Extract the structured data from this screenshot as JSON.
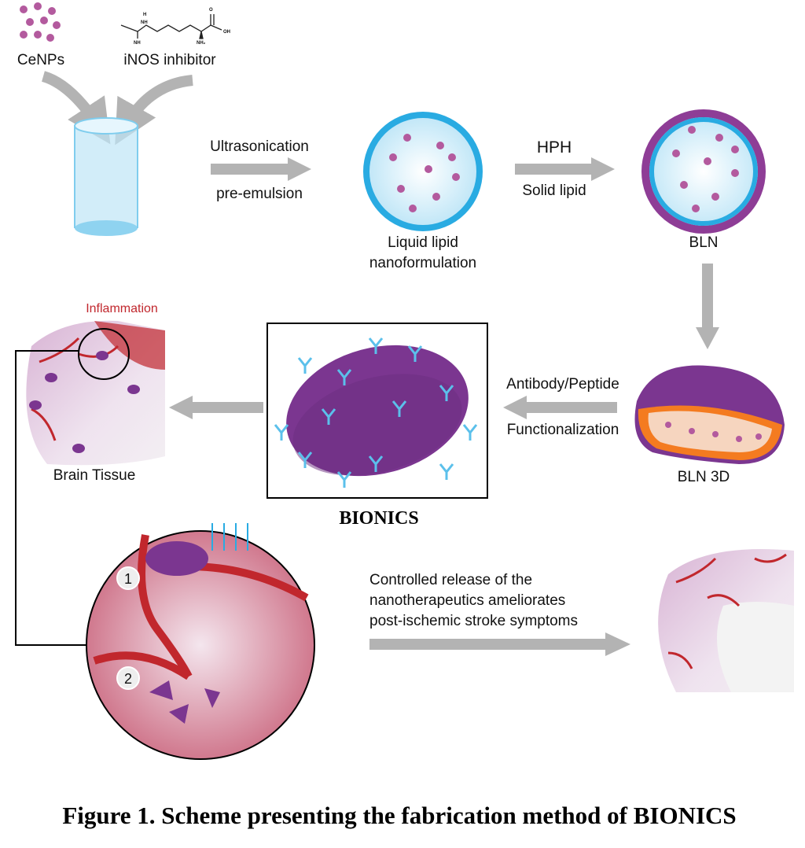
{
  "ingredients": {
    "cenps_label": "CeNPs",
    "inos_label": "iNOS inhibitor",
    "molecule_atoms": {
      "nh": "NH",
      "h": "H",
      "o": "O",
      "oh": "OH",
      "nh2": "NH₂"
    }
  },
  "steps": {
    "step1_top": "Ultrasonication",
    "step1_bottom": "pre-emulsion",
    "liquid_lipid_line1": "Liquid lipid",
    "liquid_lipid_line2": "nanoformulation",
    "step2_top": "HPH",
    "step2_bottom": "Solid lipid",
    "bln_label": "BLN",
    "bln3d_label": "BLN 3D",
    "step3_top": "Antibody/Peptide",
    "step3_bottom": "Functionalization",
    "bionics_label": "BIONICS",
    "inflammation_label": "Inflammation",
    "brain_tissue_label": "Brain Tissue",
    "zoom_markers": [
      "1",
      "2"
    ],
    "release_text": [
      "Controlled release of the",
      "nanotherapeutics ameliorates",
      "post-ischemic stroke symptoms"
    ]
  },
  "caption": "Figure 1. Scheme presenting the fabrication method of BIONICS",
  "colors": {
    "arrow": "#b3b3b3",
    "cyan": "#29abe2",
    "purple": "#8e3d96",
    "vessel": "#c1272d",
    "orange": "#f47b20"
  }
}
